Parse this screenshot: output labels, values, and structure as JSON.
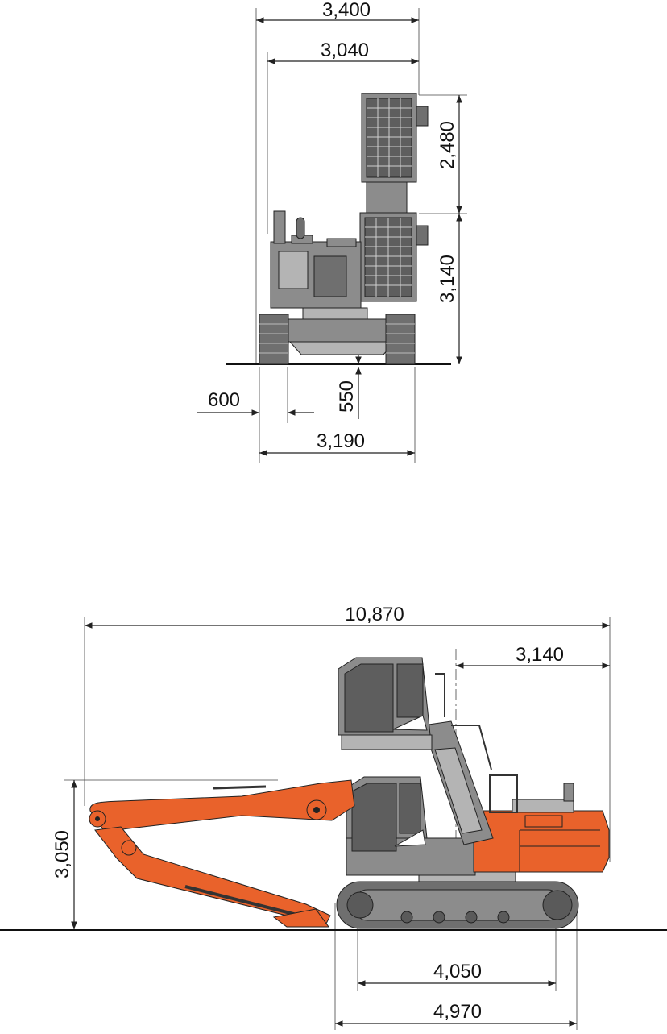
{
  "front_view": {
    "dims": {
      "overall_width": "3,400",
      "cab_width": "3,040",
      "cab_raise": "2,480",
      "cab_height": "3,140",
      "track_shoe_width": "600",
      "ground_clearance": "550",
      "track_gauge_width": "3,190"
    }
  },
  "side_view": {
    "dims": {
      "overall_length": "10,870",
      "rear_overhang": "3,140",
      "front_height": "3,050",
      "tumbler_distance": "4,050",
      "track_length": "4,970"
    }
  },
  "colors": {
    "body_orange": "#e9622b",
    "machine_gray": "#8c8c8c",
    "line": "#222222"
  }
}
